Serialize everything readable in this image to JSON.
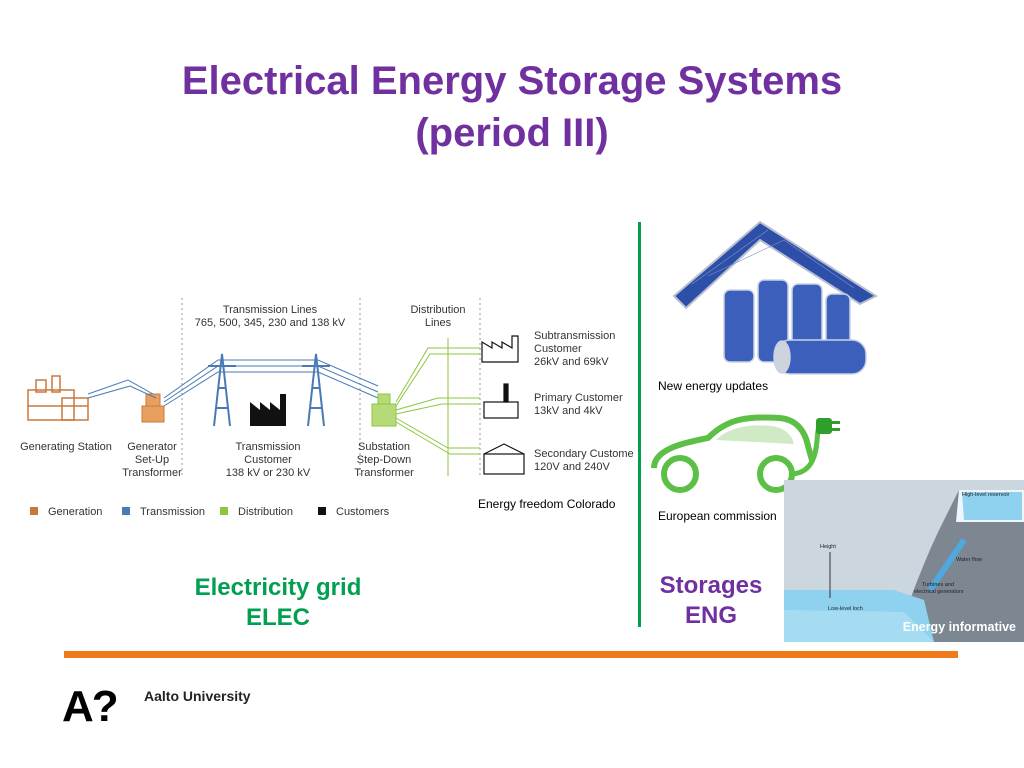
{
  "slide": {
    "title_line1": "Electrical Energy Storage Systems",
    "title_line2": "(period III)"
  },
  "grid_diagram": {
    "transmission_lines": [
      "Transmission Lines",
      "765, 500, 345, 230 and 138 kV"
    ],
    "distribution_lines": [
      "Distribution",
      "Lines"
    ],
    "subtransmission": [
      "Subtransmission",
      "Customer",
      "26kV and 69kV"
    ],
    "primary": [
      "Primary Customer",
      "13kV and 4kV"
    ],
    "secondary": [
      "Secondary Customer",
      "120V and 240V"
    ],
    "generating_station": "Generating Station",
    "generator_transformer": [
      "Generator",
      "Set-Up",
      "Transformer"
    ],
    "transmission_customer": [
      "Transmission",
      "Customer",
      "138 kV or 230 kV"
    ],
    "substation": [
      "Substation",
      "Step-Down",
      "Transformer"
    ],
    "legend": [
      {
        "label": "Generation",
        "color": "#c8783c"
      },
      {
        "label": "Transmission",
        "color": "#4a7ab5"
      },
      {
        "label": "Distribution",
        "color": "#8dc63f"
      },
      {
        "label": "Customers",
        "color": "#111111"
      }
    ]
  },
  "captions": {
    "grid_source": "Energy freedom Colorado",
    "house_source": "New energy updates",
    "car_source": "European commission",
    "hydro_source": "Energy informative"
  },
  "hydro": {
    "high_reservoir": "High-level reservoir",
    "water_flow": "Water flow",
    "height": "Height",
    "turbines": [
      "Turbines and",
      "electrical generators"
    ],
    "low_loch": "Low-level loch"
  },
  "labels": {
    "elec_line1": "Electricity grid",
    "elec_line2": "ELEC",
    "eng_line1": "Storages",
    "eng_line2": "ENG"
  },
  "footer": {
    "logo_glyph": "A?",
    "university": "Aalto University"
  },
  "colors": {
    "title": "#7030a0",
    "green": "#00a050",
    "orange_rule": "#ee7a1a"
  }
}
